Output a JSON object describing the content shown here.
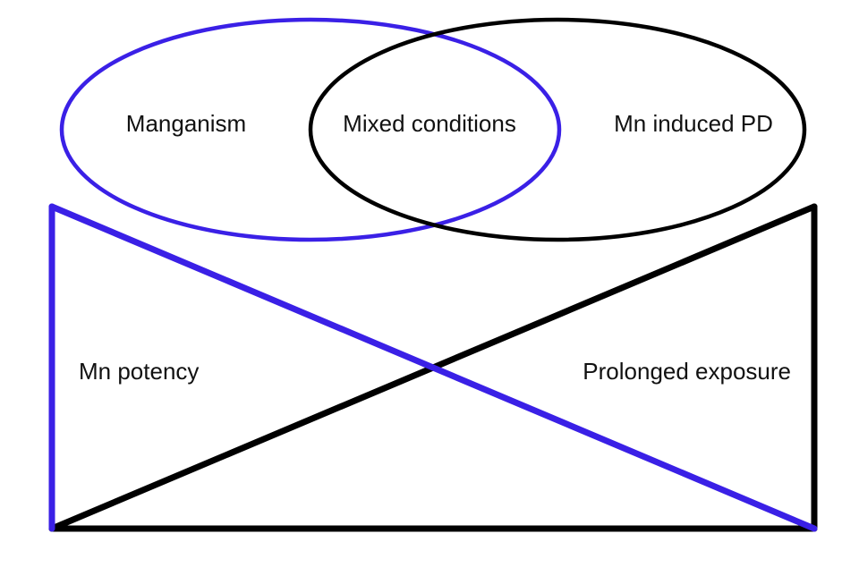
{
  "diagram": {
    "ellipses": {
      "left_label": "Manganism",
      "overlap_label": "Mixed conditions",
      "right_label": "Mn induced PD"
    },
    "triangles": {
      "left_label": "Mn potency",
      "right_label": "Prolonged exposure"
    },
    "colors": {
      "blue": "#3a20e6",
      "black": "#000000"
    }
  }
}
